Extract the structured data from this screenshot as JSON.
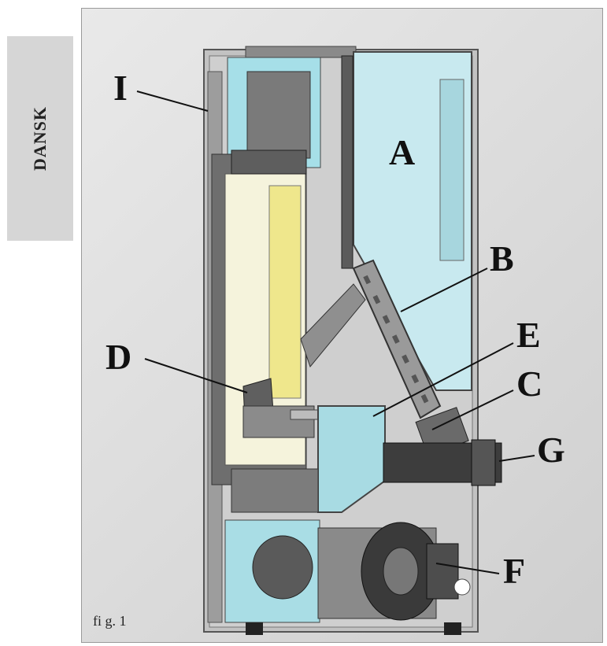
{
  "side_tab": {
    "label": "DANSK"
  },
  "figure": {
    "caption": "fi g. 1",
    "labels": {
      "A": "A",
      "B": "B",
      "C": "C",
      "D": "D",
      "E": "E",
      "F": "F",
      "G": "G",
      "I": "I"
    }
  },
  "colors": {
    "background": "#dcdcdc",
    "casing": "#b5b5b5",
    "hopper": "#c9eaf0",
    "firebox_glass": "#f3f1d6",
    "yellow_panel": "#f0e88e",
    "dark_steel": "#5a5a5a"
  }
}
